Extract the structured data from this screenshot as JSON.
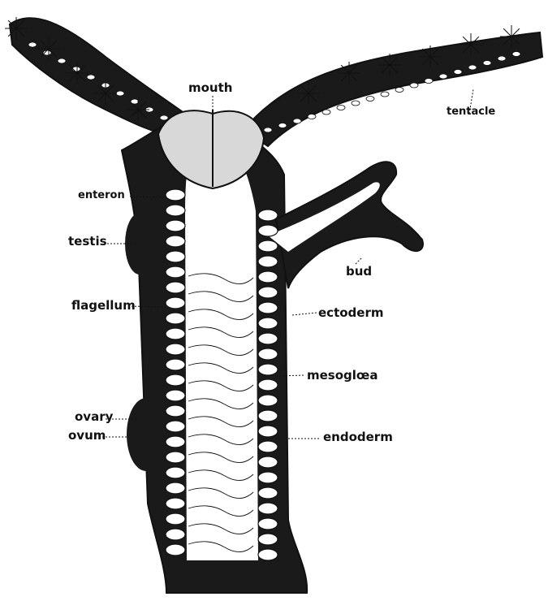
{
  "diagram": {
    "labels": {
      "mouth": "mouth",
      "tentacle": "tentacle",
      "enteron": "enteron",
      "testis": "testis",
      "bud": "bud",
      "flagellum": "flagellum",
      "ectoderm": "ectoderm",
      "mesogloea": "mesoglœa",
      "ovary": "ovary",
      "ovum": "ovum",
      "endoderm": "endoderm"
    },
    "colors": {
      "outline": "#111111",
      "endoderm_fill": "#ffffff",
      "ectoderm_fill": "#1a1a1a",
      "paper": "#ffffff"
    }
  }
}
